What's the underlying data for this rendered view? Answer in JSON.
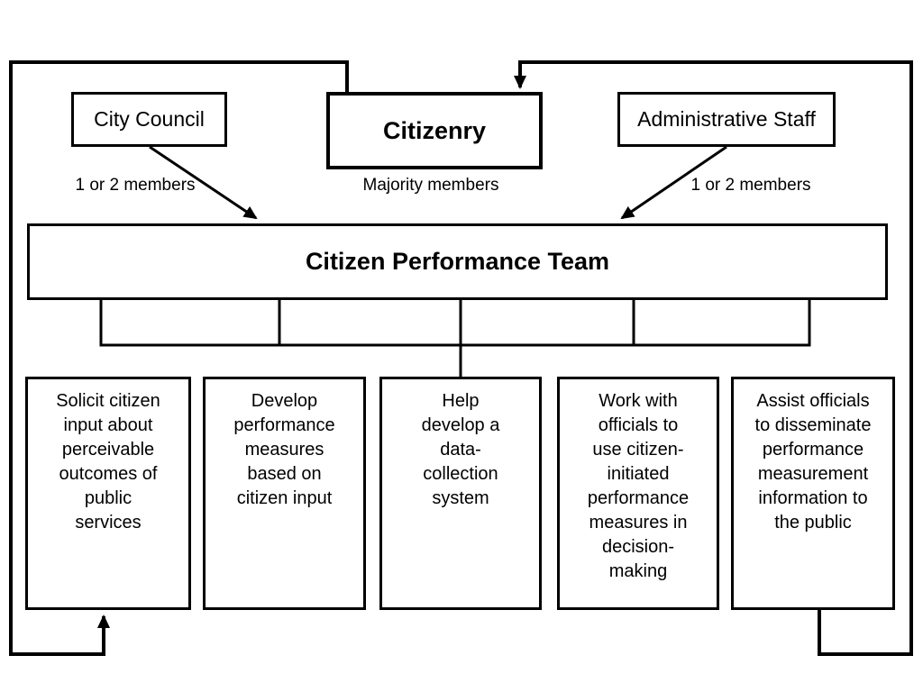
{
  "nodes": {
    "city_council": {
      "label": "City Council",
      "member_note": "1 or 2 members"
    },
    "citizenry": {
      "label": "Citizenry",
      "member_note": "Majority members"
    },
    "administrative_staff": {
      "label": "Administrative Staff",
      "member_note": "1 or 2 members"
    },
    "team": {
      "label": "Citizen Performance Team"
    },
    "tasks": [
      {
        "text": "Solicit citizen\ninput about\nperceivable\noutcomes of\npublic\nservices"
      },
      {
        "text": "Develop\nperformance\nmeasures\nbased on\ncitizen input"
      },
      {
        "text": "Help\ndevelop a\ndata-\ncollection\nsystem"
      },
      {
        "text": "Work with\nofficials to\nuse citizen-\ninitiated\nperformance\nmeasures in\ndecision-\nmaking"
      },
      {
        "text": "Assist officials\nto disseminate\nperformance\nmeasurement\ninformation to\nthe public"
      }
    ]
  },
  "colors": {
    "line": "#000000",
    "background": "#ffffff",
    "text": "#000000"
  }
}
